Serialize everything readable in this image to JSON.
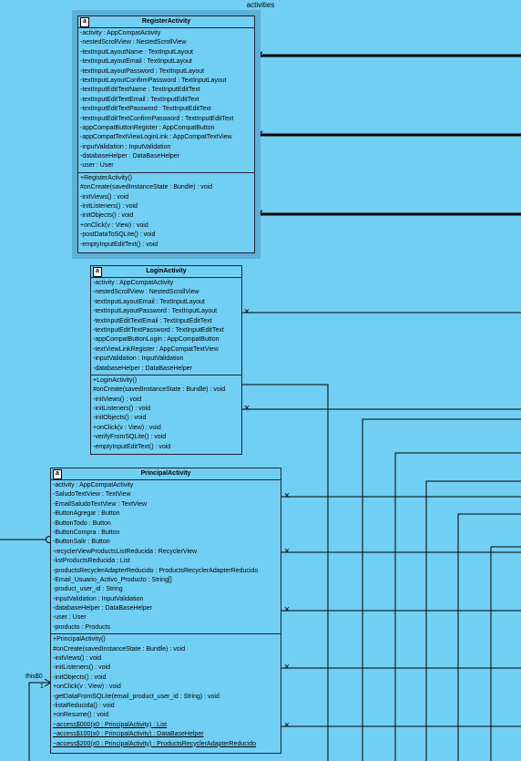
{
  "package": {
    "title": "activities"
  },
  "classes": {
    "register": {
      "name": "RegisterActivity",
      "attributes": [
        "-activity : AppCompatActivity",
        "-nestedScrollView : NestedScrollView",
        "-textInputLayoutName : TextInputLayout",
        "-textInputLayoutEmail : TextInputLayout",
        "-textInputLayoutPassword : TextInputLayout",
        "-textInputLayoutConfirmPassword : TextInputLayout",
        "-textInputEditTextName : TextInputEditText",
        "-textInputEditTextEmail : TextInputEditText",
        "-textInputEditTextPassword : TextInputEditText",
        "-textInputEditTextConfirmPassword : TextInputEditText",
        "-appCompatButtonRegister : AppCompatButton",
        "-appCompatTextViewLoginLink : AppCompatTextView",
        "-inputValidation : InputValidation",
        "-databaseHelper : DataBaseHelper",
        "-user : User"
      ],
      "methods": [
        "+RegisterActivity()",
        "#onCreate(savedInstanceState : Bundle) : void",
        "-initViews() : void",
        "-initListeners() : void",
        "-initObjects() : void",
        "+onClick(v : View) : void",
        "-postDataToSQLite() : void",
        "-emptyInputEditText() : void"
      ]
    },
    "login": {
      "name": "LoginActivity",
      "attributes": [
        "-activity : AppCompatActivity",
        "-nestedScrollView : NestedScrollView",
        "-textInputLayoutEmail : TextInputLayout",
        "-textInputLayoutPassword : TextInputLayout",
        "-textInputEditTextEmail : TextInputEditText",
        "-textInputEditTextPassword : TextInputEditText",
        "-appCompatButtonLogin : AppCompatButton",
        "-textViewLinkRegister : AppCompatTextView",
        "-inputValidation : InputValidation",
        "-databaseHelper : DataBaseHelper"
      ],
      "methods": [
        "+LoginActivity()",
        "#onCreate(savedInstanceState : Bundle) : void",
        "-initViews() : void",
        "-initListeners() : void",
        "-initObjects() : void",
        "+onClick(v : View) : void",
        "-verifyFromSQLite() : void",
        "-emptyInputEditText() : void"
      ]
    },
    "principal": {
      "name": "PrincipalActivity",
      "attributes": [
        "-activity : AppCompatActivity",
        "-SaludoTextView : TextView",
        "-EmailSaludoTextView : TextView",
        "-ButtonAgregar : Button",
        "-ButtonTodo : Button",
        "-ButtonCompra : Button",
        "-ButtonSalir : Button",
        "-recyclerViewProductsListReducida : RecyclerView",
        "-listProductsReducida : List",
        "-productsRecyclerAdapterReducido : ProductsRecyclerAdapterReducido",
        "-Email_Usuario_Activo_Producto : String[]",
        "-product_user_id : String",
        "-inputValidation : InputValidation",
        "-databaseHelper : DataBaseHelper",
        "-user : User",
        "-producto : Products"
      ],
      "methods": [
        "+PrincipalActivity()",
        "#onCreate(savedInstanceState : Bundle) : void",
        "-initViews() : void",
        "-initListeners() : void",
        "-initObjects() : void",
        "+onClick(v : View) : void",
        "-getDataFromSQLite(email_product_user_id : String) : void",
        "-listaReducida() : void",
        "+onResume() : void",
        "~access$000(x0 : PrincipalActivity) : List",
        "~access$100(x0 : PrincipalActivity) : DataBaseHelper",
        "~access$200(x0 : PrincipalActivity) : ProductsRecyclerAdapterReducido"
      ]
    }
  },
  "connector_labels": {
    "role": "this$0",
    "multiplicity": "1"
  }
}
